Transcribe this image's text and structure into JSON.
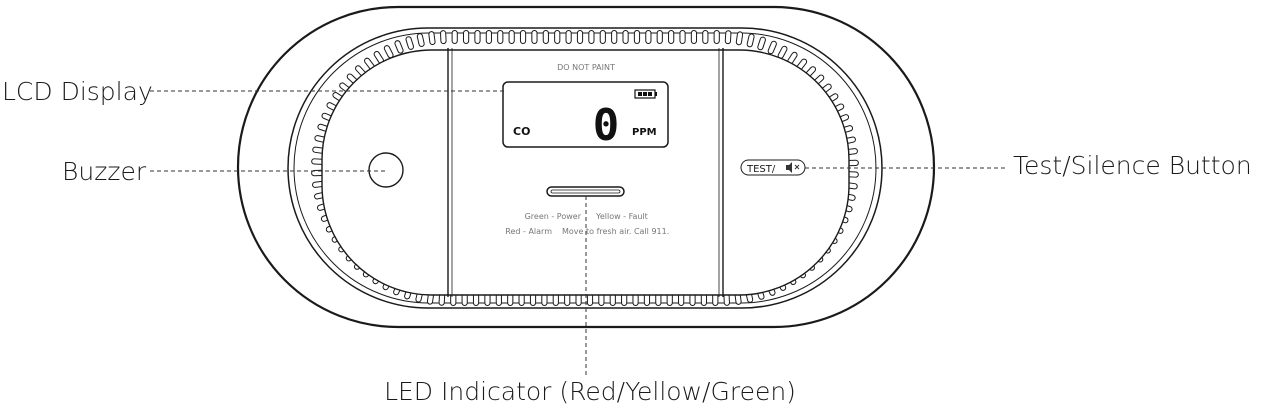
{
  "device": {
    "do_not_paint": "DO NOT PAINT",
    "lcd": {
      "gas_label": "CO",
      "reading": "0",
      "unit": "PPM",
      "battery_icon": "battery-icon"
    },
    "legend_line1_left": "Green - Power",
    "legend_line1_right": "Yellow - Fault",
    "legend_line2_left": "Red - Alarm",
    "legend_line2_right": "Move to fresh air. Call 911.",
    "test_button_label": "TEST/",
    "test_button_icon": "speaker-mute-icon"
  },
  "callouts": {
    "lcd_display": "LCD Display",
    "buzzer": "Buzzer",
    "test_silence": "Test/Silence Button",
    "led_indicator": "LED Indicator (Red/Yellow/Green)"
  }
}
